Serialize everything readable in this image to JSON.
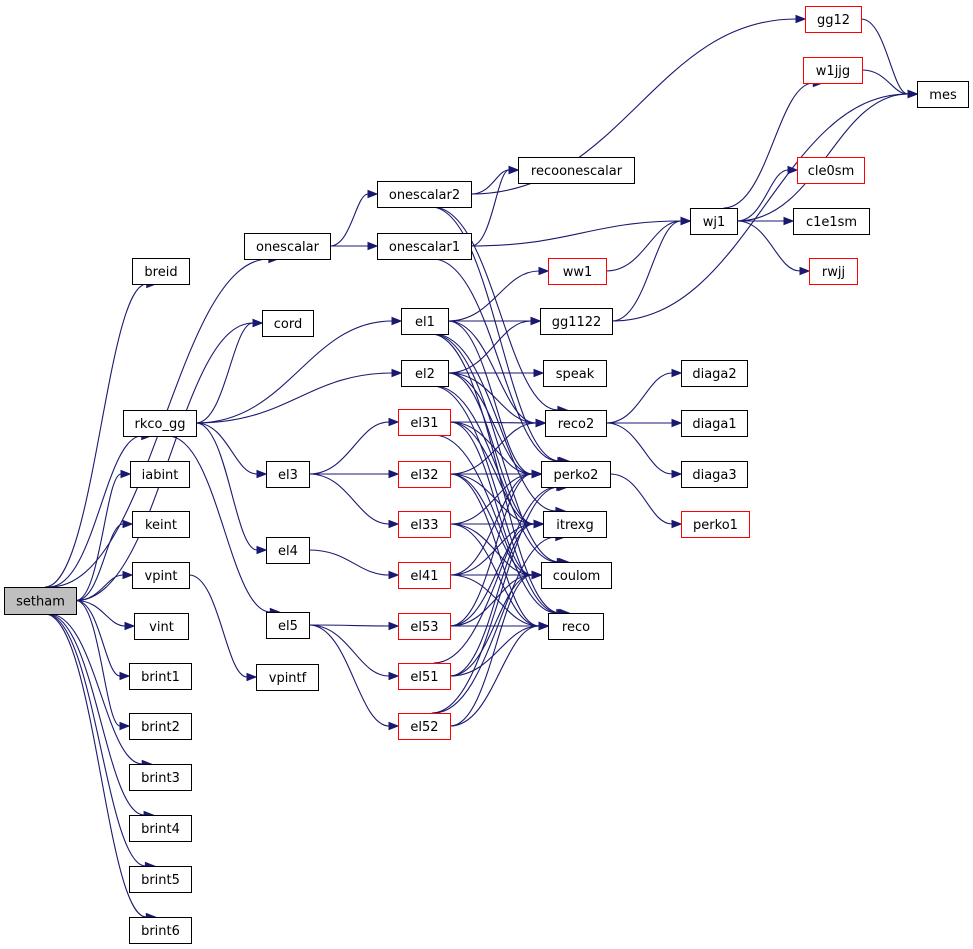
{
  "colors": {
    "edge": "#191970",
    "highlight_border": "#ff0000",
    "root_fill": "#bfbfbf"
  },
  "nodes": [
    {
      "id": "setham",
      "label": "setham",
      "style": "root"
    },
    {
      "id": "breid",
      "label": "breid",
      "style": "normal"
    },
    {
      "id": "onescalar",
      "label": "onescalar",
      "style": "normal"
    },
    {
      "id": "cord",
      "label": "cord",
      "style": "normal"
    },
    {
      "id": "rkco_gg",
      "label": "rkco_gg",
      "style": "normal"
    },
    {
      "id": "iabint",
      "label": "iabint",
      "style": "normal"
    },
    {
      "id": "keint",
      "label": "keint",
      "style": "normal"
    },
    {
      "id": "vpint",
      "label": "vpint",
      "style": "normal"
    },
    {
      "id": "vint",
      "label": "vint",
      "style": "normal"
    },
    {
      "id": "brint1",
      "label": "brint1",
      "style": "normal"
    },
    {
      "id": "brint2",
      "label": "brint2",
      "style": "normal"
    },
    {
      "id": "brint3",
      "label": "brint3",
      "style": "normal"
    },
    {
      "id": "brint4",
      "label": "brint4",
      "style": "normal"
    },
    {
      "id": "brint5",
      "label": "brint5",
      "style": "normal"
    },
    {
      "id": "brint6",
      "label": "brint6",
      "style": "normal"
    },
    {
      "id": "vpintf",
      "label": "vpintf",
      "style": "normal"
    },
    {
      "id": "onescalar2",
      "label": "onescalar2",
      "style": "normal"
    },
    {
      "id": "onescalar1",
      "label": "onescalar1",
      "style": "normal"
    },
    {
      "id": "el1",
      "label": "el1",
      "style": "normal"
    },
    {
      "id": "el2",
      "label": "el2",
      "style": "normal"
    },
    {
      "id": "el3",
      "label": "el3",
      "style": "normal"
    },
    {
      "id": "el4",
      "label": "el4",
      "style": "normal"
    },
    {
      "id": "el5",
      "label": "el5",
      "style": "normal"
    },
    {
      "id": "el31",
      "label": "el31",
      "style": "red"
    },
    {
      "id": "el32",
      "label": "el32",
      "style": "red"
    },
    {
      "id": "el33",
      "label": "el33",
      "style": "red"
    },
    {
      "id": "el41",
      "label": "el41",
      "style": "red"
    },
    {
      "id": "el53",
      "label": "el53",
      "style": "red"
    },
    {
      "id": "el51",
      "label": "el51",
      "style": "red"
    },
    {
      "id": "el52",
      "label": "el52",
      "style": "red"
    },
    {
      "id": "recoonescalar",
      "label": "recoonescalar",
      "style": "normal"
    },
    {
      "id": "gg12",
      "label": "gg12",
      "style": "red"
    },
    {
      "id": "ww1",
      "label": "ww1",
      "style": "red"
    },
    {
      "id": "gg1122",
      "label": "gg1122",
      "style": "normal"
    },
    {
      "id": "speak",
      "label": "speak",
      "style": "normal"
    },
    {
      "id": "reco2",
      "label": "reco2",
      "style": "normal"
    },
    {
      "id": "perko2",
      "label": "perko2",
      "style": "normal"
    },
    {
      "id": "itrexg",
      "label": "itrexg",
      "style": "normal"
    },
    {
      "id": "coulom",
      "label": "coulom",
      "style": "normal"
    },
    {
      "id": "reco",
      "label": "reco",
      "style": "normal"
    },
    {
      "id": "wj1",
      "label": "wj1",
      "style": "normal"
    },
    {
      "id": "w1jjg",
      "label": "w1jjg",
      "style": "red"
    },
    {
      "id": "mes",
      "label": "mes",
      "style": "normal"
    },
    {
      "id": "cle0sm",
      "label": "cle0sm",
      "style": "red"
    },
    {
      "id": "c1e1sm",
      "label": "c1e1sm",
      "style": "normal"
    },
    {
      "id": "rwjj",
      "label": "rwjj",
      "style": "red"
    },
    {
      "id": "diaga2",
      "label": "diaga2",
      "style": "normal"
    },
    {
      "id": "diaga1",
      "label": "diaga1",
      "style": "normal"
    },
    {
      "id": "diaga3",
      "label": "diaga3",
      "style": "normal"
    },
    {
      "id": "perko1",
      "label": "perko1",
      "style": "red"
    }
  ],
  "edges": [
    [
      "setham",
      "breid"
    ],
    [
      "setham",
      "onescalar"
    ],
    [
      "setham",
      "cord"
    ],
    [
      "setham",
      "rkco_gg"
    ],
    [
      "setham",
      "iabint"
    ],
    [
      "setham",
      "keint"
    ],
    [
      "setham",
      "vpint"
    ],
    [
      "setham",
      "vint"
    ],
    [
      "setham",
      "brint1"
    ],
    [
      "setham",
      "brint2"
    ],
    [
      "setham",
      "brint3"
    ],
    [
      "setham",
      "brint4"
    ],
    [
      "setham",
      "brint5"
    ],
    [
      "setham",
      "brint6"
    ],
    [
      "vpint",
      "vpintf"
    ],
    [
      "onescalar",
      "onescalar2"
    ],
    [
      "onescalar",
      "onescalar1"
    ],
    [
      "rkco_gg",
      "cord"
    ],
    [
      "rkco_gg",
      "el1"
    ],
    [
      "rkco_gg",
      "el2"
    ],
    [
      "rkco_gg",
      "el3"
    ],
    [
      "rkco_gg",
      "el4"
    ],
    [
      "rkco_gg",
      "el5"
    ],
    [
      "onescalar2",
      "gg12"
    ],
    [
      "onescalar2",
      "recoonescalar"
    ],
    [
      "onescalar2",
      "perko2"
    ],
    [
      "onescalar2",
      "reco2"
    ],
    [
      "onescalar1",
      "recoonescalar"
    ],
    [
      "onescalar1",
      "wj1"
    ],
    [
      "onescalar1",
      "perko2"
    ],
    [
      "el1",
      "ww1"
    ],
    [
      "el1",
      "gg1122"
    ],
    [
      "el1",
      "reco2"
    ],
    [
      "el1",
      "perko2"
    ],
    [
      "el1",
      "itrexg"
    ],
    [
      "el1",
      "coulom"
    ],
    [
      "el1",
      "reco"
    ],
    [
      "el2",
      "gg1122"
    ],
    [
      "el2",
      "speak"
    ],
    [
      "el2",
      "reco2"
    ],
    [
      "el2",
      "perko2"
    ],
    [
      "el2",
      "itrexg"
    ],
    [
      "el2",
      "coulom"
    ],
    [
      "el2",
      "reco"
    ],
    [
      "el3",
      "el31"
    ],
    [
      "el3",
      "el32"
    ],
    [
      "el3",
      "el33"
    ],
    [
      "el4",
      "el41"
    ],
    [
      "el5",
      "el53"
    ],
    [
      "el5",
      "el51"
    ],
    [
      "el5",
      "el52"
    ],
    [
      "el31",
      "reco2"
    ],
    [
      "el31",
      "perko2"
    ],
    [
      "el31",
      "itrexg"
    ],
    [
      "el31",
      "coulom"
    ],
    [
      "el31",
      "reco"
    ],
    [
      "el32",
      "reco2"
    ],
    [
      "el32",
      "perko2"
    ],
    [
      "el32",
      "itrexg"
    ],
    [
      "el32",
      "coulom"
    ],
    [
      "el32",
      "reco"
    ],
    [
      "el33",
      "perko2"
    ],
    [
      "el33",
      "itrexg"
    ],
    [
      "el33",
      "coulom"
    ],
    [
      "el33",
      "reco"
    ],
    [
      "el41",
      "perko2"
    ],
    [
      "el41",
      "itrexg"
    ],
    [
      "el41",
      "coulom"
    ],
    [
      "el41",
      "reco"
    ],
    [
      "el53",
      "perko2"
    ],
    [
      "el53",
      "itrexg"
    ],
    [
      "el53",
      "coulom"
    ],
    [
      "el53",
      "reco"
    ],
    [
      "el51",
      "perko2"
    ],
    [
      "el51",
      "itrexg"
    ],
    [
      "el51",
      "coulom"
    ],
    [
      "el51",
      "reco"
    ],
    [
      "el52",
      "perko2"
    ],
    [
      "el52",
      "itrexg"
    ],
    [
      "el52",
      "coulom"
    ],
    [
      "el52",
      "reco"
    ],
    [
      "gg12",
      "mes"
    ],
    [
      "w1jjg",
      "mes"
    ],
    [
      "wj1",
      "mes"
    ],
    [
      "gg1122",
      "mes"
    ],
    [
      "ww1",
      "wj1"
    ],
    [
      "gg1122",
      "wj1"
    ],
    [
      "wj1",
      "w1jjg"
    ],
    [
      "wj1",
      "cle0sm"
    ],
    [
      "wj1",
      "c1e1sm"
    ],
    [
      "wj1",
      "rwjj"
    ],
    [
      "reco2",
      "diaga2"
    ],
    [
      "reco2",
      "diaga1"
    ],
    [
      "reco2",
      "diaga3"
    ],
    [
      "perko2",
      "perko1"
    ]
  ]
}
